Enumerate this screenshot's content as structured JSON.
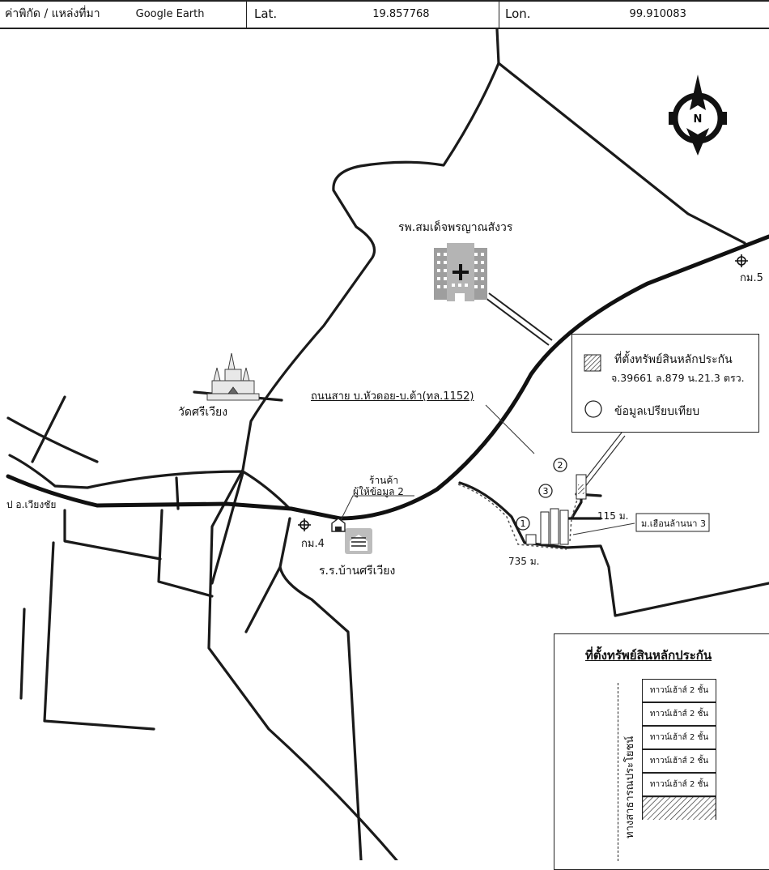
{
  "header": {
    "source_label": "ค่าพิกัด / แหล่งที่มา",
    "source_value": "Google Earth",
    "lat_label": "Lat.",
    "lat_value": "19.857768",
    "lon_label": "Lon.",
    "lon_value": "99.910083"
  },
  "compass": {
    "letter": "N"
  },
  "labels": {
    "hospital": "รพ.สมเด็จพรญาณสังวร",
    "temple": "วัดศรีเวียง",
    "road": "ถนนสาย บ.หัวดอย-บ.ต้า(ทล.1152)",
    "shop_line1": "ร้านค้า",
    "shop_line2": "ผู้ให้ข้อมูล 2",
    "km4": "กม.4",
    "km5": "กม.5",
    "school": "ร.ร.บ้านศรีเวียง",
    "district": "ป อ.เวียงชัย",
    "dist_735": "735 ม.",
    "dist_115": "115 ม.",
    "village": "ม.เฮือนล้านนา 3"
  },
  "markers": [
    "1",
    "2",
    "3"
  ],
  "legend": {
    "collateral_line1": "ที่ตั้งทรัพย์สินหลักประกัน",
    "collateral_line2": "จ.39661 ล.879 น.21.3 ตรว.",
    "comparison": "ข้อมูลเปรียบเทียบ"
  },
  "detail": {
    "title": "ที่ตั้งทรัพย์สินหลักประกัน",
    "side_road": "ทางสาธารณประโยชน์",
    "units": [
      "ทาวน์เฮ้าส์ 2 ชั้น",
      "ทาวน์เฮ้าส์ 2 ชั้น",
      "ทาวน์เฮ้าส์ 2 ชั้น",
      "ทาวน์เฮ้าส์ 2 ชั้น",
      "ทาวน์เฮ้าส์ 2 ชั้น"
    ]
  }
}
